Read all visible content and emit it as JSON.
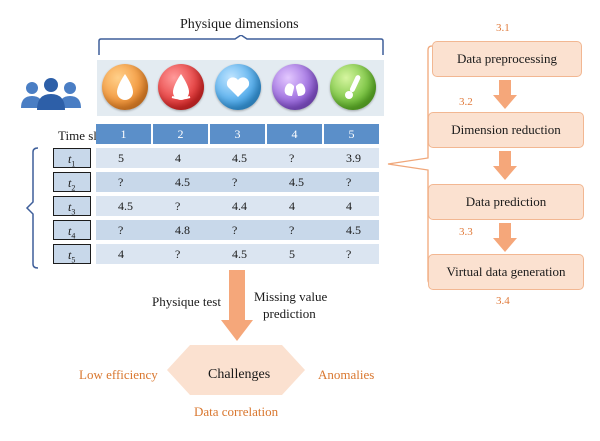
{
  "top_title": "Physique dimensions",
  "time_slots_label": "Time slots",
  "icons": [
    "blood-drop-icon",
    "blood-pressure-icon",
    "heart-icon",
    "lungs-icon",
    "thermometer-icon"
  ],
  "colors": {
    "header_blue": "#5b8fc9",
    "row_light": "#dbe5f1",
    "row_dark": "#c8d8ea",
    "orange": "#f5a77a",
    "orange_text": "#d9772f",
    "flow_fill": "#fbe1d0"
  },
  "table": {
    "columns": [
      "1",
      "2",
      "3",
      "4",
      "5"
    ],
    "rows": [
      {
        "slot": "t",
        "sub": "1",
        "cells": [
          "5",
          "4",
          "4.5",
          "?",
          "3.9"
        ]
      },
      {
        "slot": "t",
        "sub": "2",
        "cells": [
          "?",
          "4.5",
          "?",
          "4.5",
          "?"
        ]
      },
      {
        "slot": "t",
        "sub": "3",
        "cells": [
          "4.5",
          "?",
          "4.4",
          "4",
          "4"
        ]
      },
      {
        "slot": "t",
        "sub": "4",
        "cells": [
          "?",
          "4.8",
          "?",
          "?",
          "4.5"
        ]
      },
      {
        "slot": "t",
        "sub": "5",
        "cells": [
          "4",
          "?",
          "4.5",
          "5",
          "?"
        ]
      }
    ]
  },
  "flow": {
    "steps": [
      "Data preprocessing",
      "Dimension reduction",
      "Data prediction",
      "Virtual data generation"
    ],
    "numbers": [
      "3.1",
      "3.2",
      "3.3",
      "3.4"
    ]
  },
  "bottom": {
    "physique_test": "Physique test",
    "missing_line1": "Missing value",
    "missing_line2": "prediction",
    "challenges": "Challenges",
    "low_efficiency": "Low efficiency",
    "anomalies": "Anomalies",
    "data_correlation": "Data correlation"
  }
}
